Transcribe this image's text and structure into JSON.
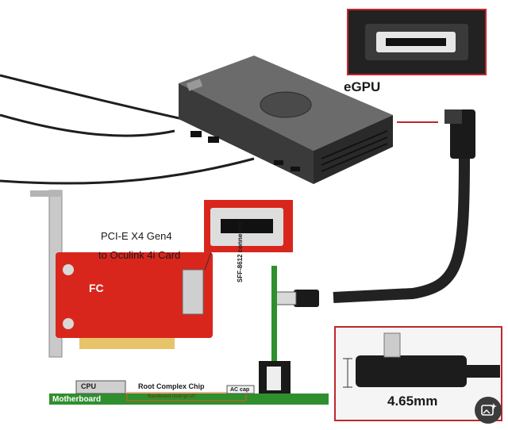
{
  "labels": {
    "egpu": "eGPU",
    "card_line1": "PCI-E X4 Gen4",
    "card_line2": "to Oculink 4i Card",
    "cpu": "CPU",
    "root_complex": "Root Complex Chip",
    "ac_cap": "AC cap",
    "motherboard": "Motherboard",
    "baseboard": "Baseboard routing<10\"",
    "sff": "SFF-8612 connector",
    "dimension": "4.65mm"
  },
  "colors": {
    "card_red": "#d9261c",
    "pcb_green": "#2f8f2f",
    "callout_red": "#c0272d",
    "egpu_body": "#5a5a5a"
  },
  "icons": {
    "ai_button": "image-sparkle-icon"
  }
}
